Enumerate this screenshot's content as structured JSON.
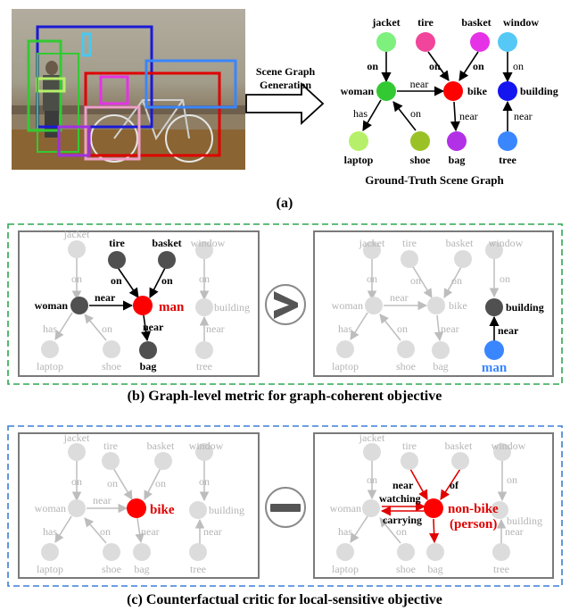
{
  "panel_a": {
    "arrow_label_line1": "Scene Graph",
    "arrow_label_line2": "Generation",
    "graph_caption": "Ground-Truth Scene Graph",
    "tag": "(a)",
    "nodes": {
      "jacket": "jacket",
      "tire": "tire",
      "basket": "basket",
      "window": "window",
      "woman": "woman",
      "bike": "bike",
      "building": "building",
      "laptop": "laptop",
      "shoe": "shoe",
      "bag": "bag",
      "tree": "tree"
    },
    "edges": {
      "on": "on",
      "near": "near",
      "has": "has"
    },
    "colors": {
      "jacket": "#7ef07e",
      "tire": "#f0459a",
      "basket": "#e632e6",
      "window": "#55c8f5",
      "woman": "#33c933",
      "bike": "#ff0000",
      "building": "#1515f0",
      "laptop": "#b6f06a",
      "shoe": "#9ac227",
      "bag": "#b230e6",
      "tree": "#3a86ff"
    }
  },
  "panel_b": {
    "caption": "(b)  Graph-level metric for graph-coherent objective",
    "left_subject": "man",
    "right_subject": "man",
    "operator_icon": "greater-than-icon",
    "border_color": "#2ca84e"
  },
  "panel_c": {
    "caption": "(c)  Counterfactual critic for local-sensitive objective",
    "left_subject": "bike",
    "right_subject_line1": "non-bike",
    "right_subject_line2": "(person)",
    "edge_near": "near",
    "edge_watching": "watching",
    "edge_carrying": "carrying",
    "edge_of": "of",
    "operator_icon": "minus-icon",
    "border_color": "#3a7fd5"
  }
}
